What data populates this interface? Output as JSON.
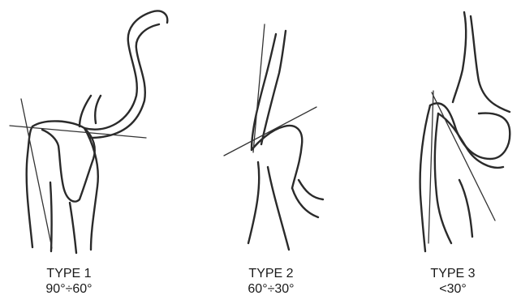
{
  "diagrams": [
    {
      "type_label": "TYPE 1",
      "angle_label": "90°÷60°"
    },
    {
      "type_label": "TYPE 2",
      "angle_label": "60°÷30°"
    },
    {
      "type_label": "TYPE 3",
      "angle_label": "<30°"
    }
  ],
  "colors": {
    "stroke": "#2a2a2a",
    "background": "#ffffff"
  }
}
